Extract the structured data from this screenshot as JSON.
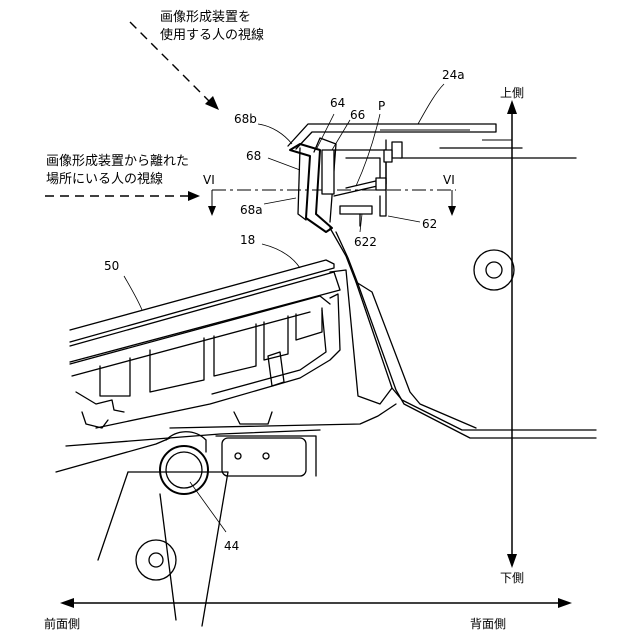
{
  "annotations": {
    "sight_line_user": "画像形成装置を\n使用する人の視線",
    "sight_line_far": "画像形成装置から離れた\n場所にいる人の視線",
    "section_mark_left": "VI",
    "section_mark_right": "VI",
    "direction_up": "上側",
    "direction_down": "下側",
    "direction_front": "前面側",
    "direction_back": "背面側"
  },
  "reference_numerals": {
    "n24a": "24a",
    "n64": "64",
    "n66": "66",
    "nP": "P",
    "n68b": "68b",
    "n68": "68",
    "n68a": "68a",
    "n622": "622",
    "n62": "62",
    "n18": "18",
    "n50": "50",
    "n44": "44"
  }
}
